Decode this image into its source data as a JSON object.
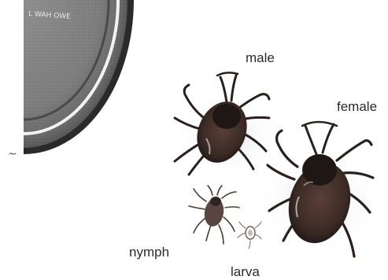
{
  "coin": {
    "rim_text": "L  WAH OWE"
  },
  "labels": {
    "male": "male",
    "female": "female",
    "nymph": "nymph",
    "larva": "larva"
  },
  "mark": "~",
  "colors": {
    "coin_dark": "#2b2b2b",
    "coin_light": "#cfcfcf",
    "tick_body": "#3a2a24",
    "tick_scutum": "#1e1714"
  }
}
